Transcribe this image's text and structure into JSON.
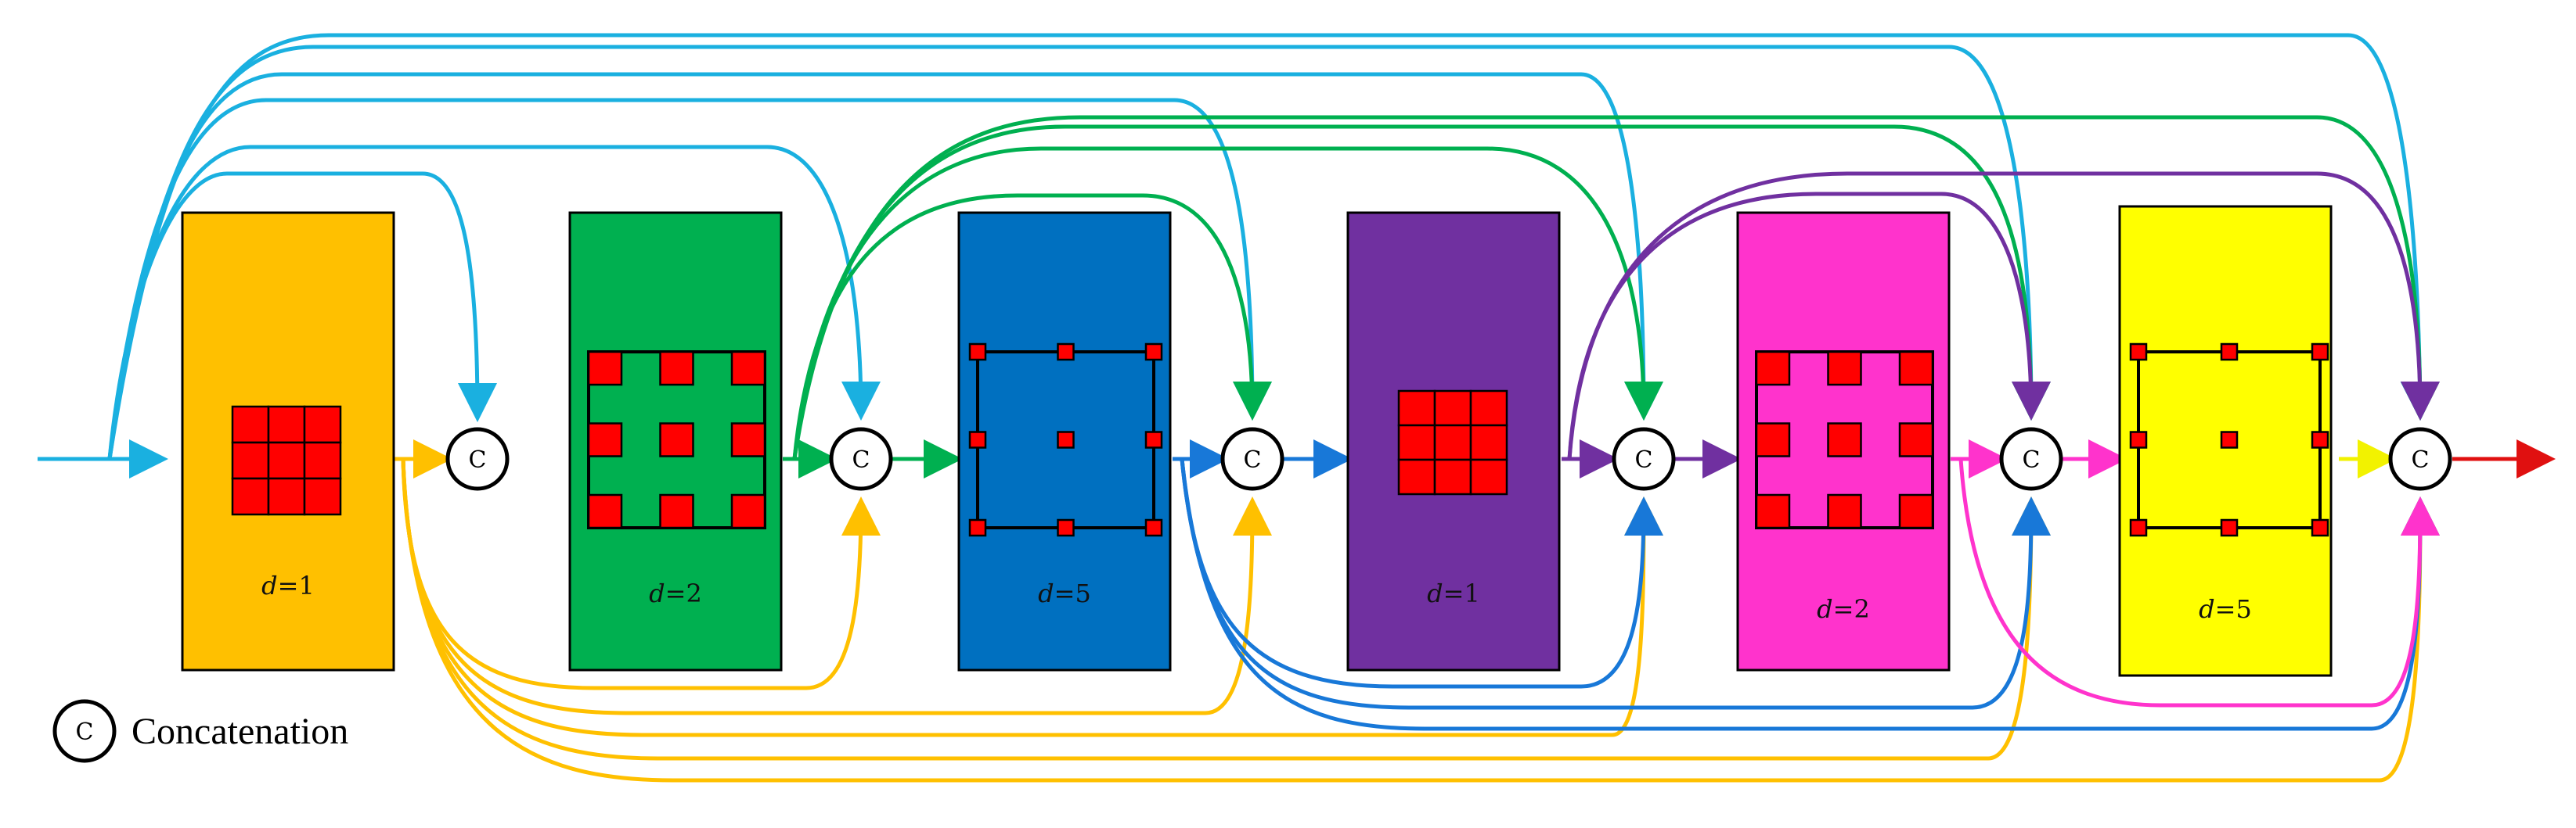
{
  "blocks": [
    {
      "id": "b1",
      "dilation_prefix": "d",
      "dilation_value": "=1",
      "color": "#FFC000",
      "kernel": "d1"
    },
    {
      "id": "b2",
      "dilation_prefix": "d",
      "dilation_value": "=2",
      "color": "#00B050",
      "kernel": "d2"
    },
    {
      "id": "b3",
      "dilation_prefix": "d",
      "dilation_value": "=5",
      "color": "#0070C0",
      "kernel": "d5"
    },
    {
      "id": "b4",
      "dilation_prefix": "d",
      "dilation_value": "=1",
      "color": "#7030A0",
      "kernel": "d1"
    },
    {
      "id": "b5",
      "dilation_prefix": "d",
      "dilation_value": "=2",
      "color": "#FF33CC",
      "kernel": "d2"
    },
    {
      "id": "b6",
      "dilation_prefix": "d",
      "dilation_value": "=5",
      "color": "#FFFF00",
      "kernel": "d5"
    }
  ],
  "concat_symbol": "C",
  "legend": {
    "symbol": "C",
    "label": "Concatenation"
  },
  "colors": {
    "input": "#1AB0E0",
    "orange": "#FFC000",
    "green": "#00B050",
    "blue": "#1878D8",
    "purple": "#7030A0",
    "magenta": "#FF33CC",
    "yellow": "#F2F200",
    "output": "#E01010",
    "kernel": "#FF0000"
  }
}
